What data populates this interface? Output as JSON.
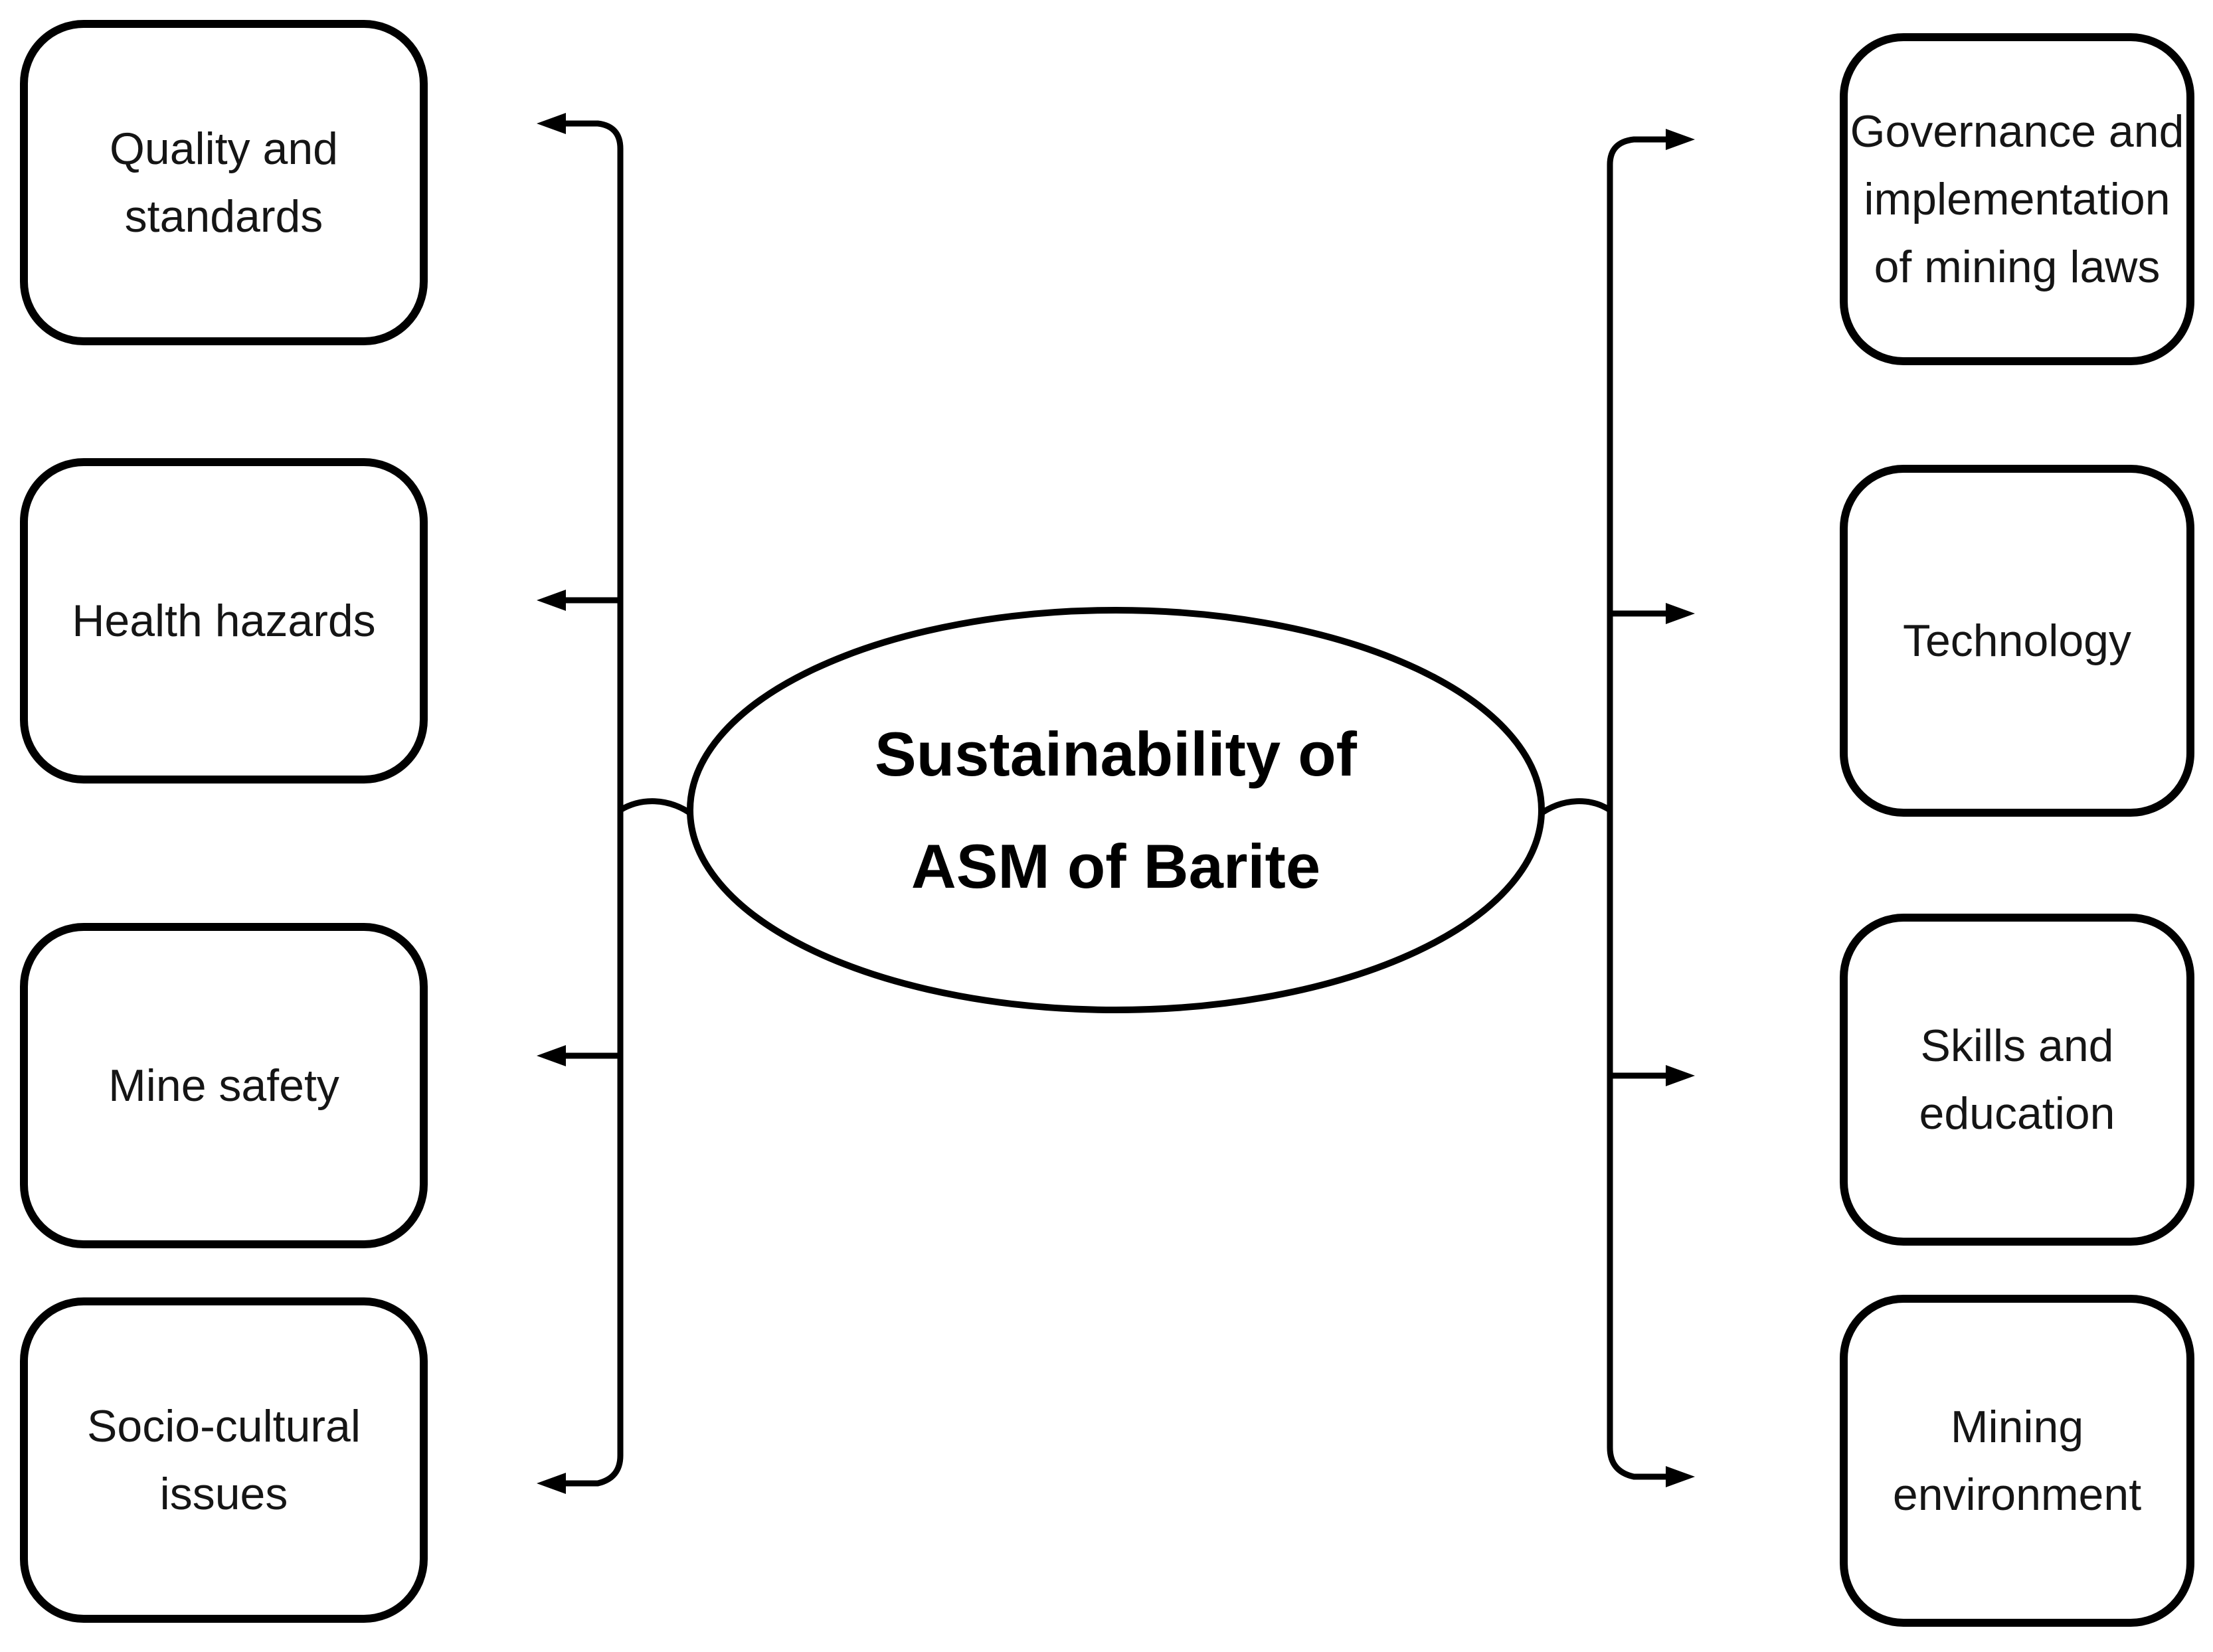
{
  "diagram": {
    "center": {
      "label": "Sustainability of\nASM of Barite"
    },
    "left_boxes": [
      {
        "label": "Quality and\nstandards"
      },
      {
        "label": "Health hazards"
      },
      {
        "label": "Mine safety"
      },
      {
        "label": "Socio-cultural\nissues"
      }
    ],
    "right_boxes": [
      {
        "label": "Governance and\nimplementation\nof mining laws"
      },
      {
        "label": "Technology"
      },
      {
        "label": "Skills and\neducation"
      },
      {
        "label": "Mining\nenvironment"
      }
    ],
    "colors": {
      "stroke": "#000000",
      "text": "#151515",
      "background": "#ffffff"
    }
  }
}
